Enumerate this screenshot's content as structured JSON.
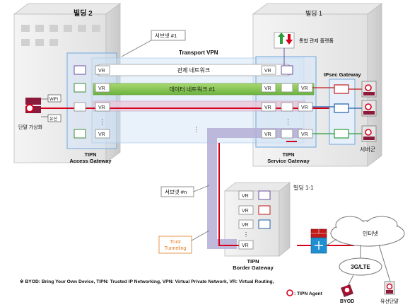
{
  "buildings": {
    "left": "빌딩 2",
    "right": "빌딩 1",
    "bottom": "빌딩 1-1"
  },
  "labels": {
    "subnet1": "서브넷 #1",
    "subnetN": "서브넷 #n",
    "transport_vpn": "Transport VPN",
    "control_network": "관제 네트워크",
    "data_network": "데이터 네트워크 #1",
    "integrated_platform": "통합 관제 플랫폼",
    "ipsec_gateway": "IPsec Gateway",
    "server_farm": "서버군",
    "access_gateway_1": "TIPN",
    "access_gateway_2": "Access Gateway",
    "service_gateway_1": "TIPN",
    "service_gateway_2": "Service Gateway",
    "border_gateway_1": "TIPN",
    "border_gateway_2": "Border Gateway",
    "trust_tunneling_1": "Trust",
    "trust_tunneling_2": "Tunneling",
    "wifi": "WiFi",
    "wired": "유선",
    "terminal_virtualization": "단말 가상화",
    "internet": "인터넷",
    "lte": "3G/LTE",
    "byod": "BYOD",
    "wired_terminal": "유선단말",
    "vr": "VR",
    "dots": "⋮"
  },
  "footer": {
    "note": "※ BYOD: Bring Your Own Device, TIPN: Trusted IP Networking, VPN: Virtual Private Network, VR: Virtual Routing,",
    "agent": ": TIPN Agent"
  },
  "colors": {
    "red_line": "#d6001c",
    "green_band": "#7dc242",
    "purple_band": "#b9b3d8",
    "blue_box": "#6fa8dc"
  }
}
